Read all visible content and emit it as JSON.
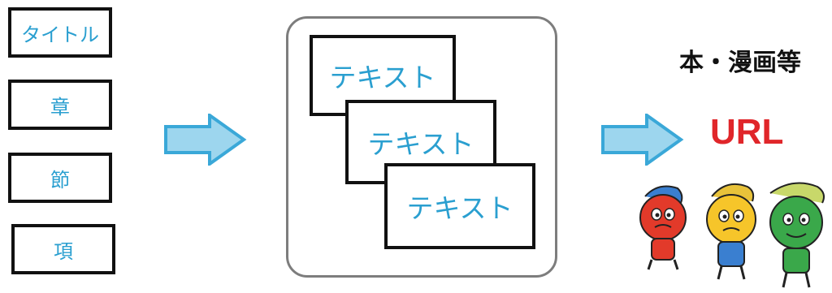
{
  "left_column": {
    "items": [
      {
        "label": "タイトル"
      },
      {
        "label": "章"
      },
      {
        "label": "節"
      },
      {
        "label": "項"
      }
    ]
  },
  "middle": {
    "cards": [
      {
        "label": "テキスト"
      },
      {
        "label": "テキスト"
      },
      {
        "label": "テキスト"
      }
    ]
  },
  "right": {
    "heading": "本・漫画等",
    "url_label": "URL"
  },
  "colors": {
    "arrow_fill": "#9dd6ee",
    "arrow_stroke": "#3aa8d8",
    "label_blue": "#2a9fd0",
    "url_red": "#e0262a",
    "container_border": "#7d7d7d"
  },
  "icons": [
    "right-arrow-icon",
    "right-arrow-icon",
    "mascot-characters"
  ]
}
